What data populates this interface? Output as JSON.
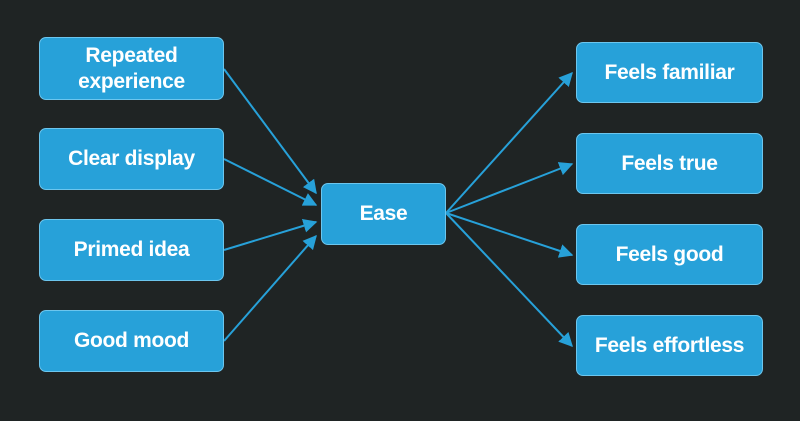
{
  "diagram": {
    "inputs": [
      {
        "label": "Repeated\nexperience"
      },
      {
        "label": "Clear display"
      },
      {
        "label": "Primed idea"
      },
      {
        "label": "Good mood"
      }
    ],
    "center": {
      "label": "Ease"
    },
    "outputs": [
      {
        "label": "Feels familiar"
      },
      {
        "label": "Feels true"
      },
      {
        "label": "Feels good"
      },
      {
        "label": "Feels effortless"
      }
    ],
    "colors": {
      "background": "#1f2424",
      "node_fill": "#27a1d9",
      "node_border": "#6cc6ee",
      "arrow": "#27a1d9",
      "text": "#ffffff"
    }
  }
}
